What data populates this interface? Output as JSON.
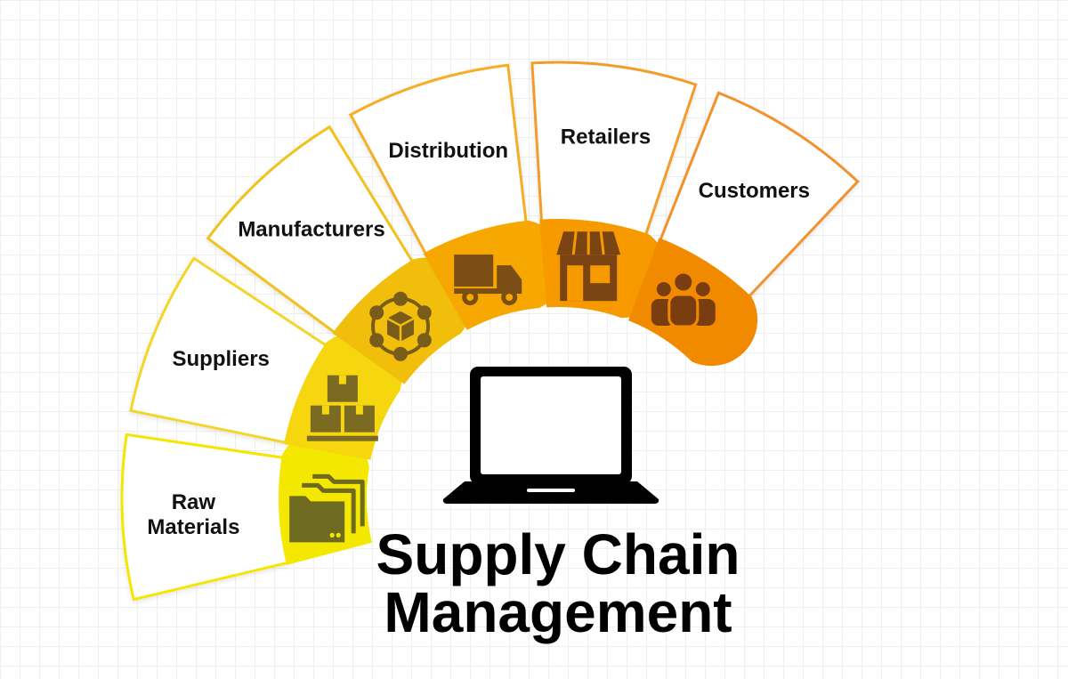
{
  "title": {
    "line1": "Supply Chain",
    "line2": "Management"
  },
  "center_icon": "laptop-icon",
  "segments": [
    {
      "id": "raw-materials",
      "label_lines": [
        "Raw",
        "Materials"
      ],
      "icon": "folders-icon",
      "color": "#F5E800",
      "outline": "#F3E600",
      "icon_color": "#6E6A20"
    },
    {
      "id": "suppliers",
      "label_lines": [
        "Suppliers"
      ],
      "icon": "boxes-icon",
      "color": "#F5D60F",
      "outline": "#F4D52A",
      "icon_color": "#7A6A22"
    },
    {
      "id": "manufacturers",
      "label_lines": [
        "Manufacturers"
      ],
      "icon": "network-cube-icon",
      "color": "#F1BE0C",
      "outline": "#F0C21C",
      "icon_color": "#7A5C1A"
    },
    {
      "id": "distribution",
      "label_lines": [
        "Distribution"
      ],
      "icon": "truck-icon",
      "color": "#F6A800",
      "outline": "#F5AE28",
      "icon_color": "#7A4E14"
    },
    {
      "id": "retailers",
      "label_lines": [
        "Retailers"
      ],
      "icon": "store-icon",
      "color": "#F69A00",
      "outline": "#F39C2A",
      "icon_color": "#7A4512"
    },
    {
      "id": "customers",
      "label_lines": [
        "Customers"
      ],
      "icon": "people-icon",
      "color": "#F28A00",
      "outline": "#F0922E",
      "icon_color": "#7A3D10"
    }
  ]
}
